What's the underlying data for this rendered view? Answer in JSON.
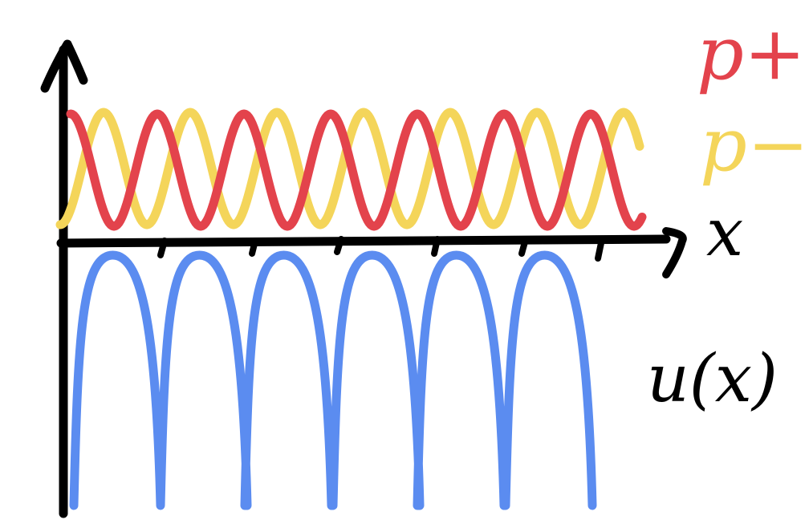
{
  "labels": {
    "p_plus": "p+",
    "p_minus": "p−",
    "x_axis": "x",
    "u": "u(x)"
  },
  "colors": {
    "axis": "#000000",
    "p_plus": "#e3434c",
    "p_minus": "#f4d55a",
    "u": "#5b8cf0",
    "background": "#ffffff"
  }
}
